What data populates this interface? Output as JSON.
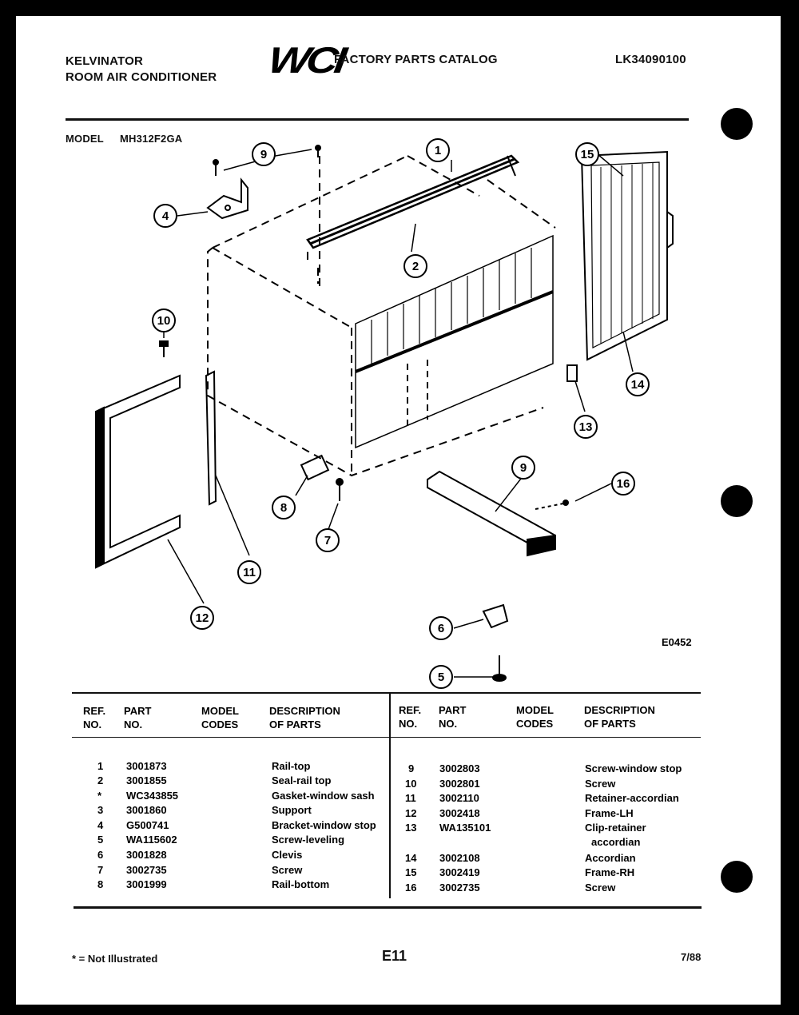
{
  "header": {
    "brand_line1": "KELVINATOR",
    "brand_line2": "ROOM AIR CONDITIONER",
    "logo_text": "WCI",
    "catalog_title": "FACTORY PARTS CATALOG",
    "catalog_number": "LK34090100"
  },
  "model": {
    "label": "MODEL",
    "value": "MH312F2GA"
  },
  "diagram": {
    "drawing_code": "E0452",
    "callouts": [
      "1",
      "2",
      "4",
      "5",
      "6",
      "7",
      "8",
      "9",
      "9",
      "10",
      "11",
      "12",
      "13",
      "14",
      "15",
      "16"
    ]
  },
  "table": {
    "headers": {
      "ref": [
        "REF.",
        "NO."
      ],
      "part": [
        "PART",
        "NO."
      ],
      "model": [
        "MODEL",
        "CODES"
      ],
      "desc": [
        "DESCRIPTION",
        "OF PARTS"
      ]
    },
    "left_rows": [
      {
        "ref": "1",
        "part": "3001873",
        "desc": "Rail-top"
      },
      {
        "ref": "2",
        "part": "3001855",
        "desc": "Seal-rail top"
      },
      {
        "ref": "*",
        "part": "WC343855",
        "desc": "Gasket-window sash"
      },
      {
        "ref": "3",
        "part": "3001860",
        "desc": "Support"
      },
      {
        "ref": "4",
        "part": "G500741",
        "desc": "Bracket-window stop"
      },
      {
        "ref": "5",
        "part": "WA115602",
        "desc": "Screw-leveling"
      },
      {
        "ref": "6",
        "part": "3001828",
        "desc": "Clevis"
      },
      {
        "ref": "7",
        "part": "3002735",
        "desc": "Screw"
      },
      {
        "ref": "8",
        "part": "3001999",
        "desc": "Rail-bottom"
      }
    ],
    "right_rows": [
      {
        "ref": "9",
        "part": "3002803",
        "desc": "Screw-window stop"
      },
      {
        "ref": "10",
        "part": "3002801",
        "desc": "Screw"
      },
      {
        "ref": "11",
        "part": "3002110",
        "desc": "Retainer-accordian"
      },
      {
        "ref": "12",
        "part": "3002418",
        "desc": "Frame-LH"
      },
      {
        "ref": "13",
        "part": "WA135101",
        "desc": "Clip-retainer"
      },
      {
        "ref": "",
        "part": "",
        "desc": "accordian"
      },
      {
        "ref": "14",
        "part": "3002108",
        "desc": "Accordian"
      },
      {
        "ref": "15",
        "part": "3002419",
        "desc": "Frame-RH"
      },
      {
        "ref": "16",
        "part": "3002735",
        "desc": "Screw"
      }
    ]
  },
  "footer": {
    "note": "* = Not Illustrated",
    "page": "E11",
    "date": "7/88"
  }
}
